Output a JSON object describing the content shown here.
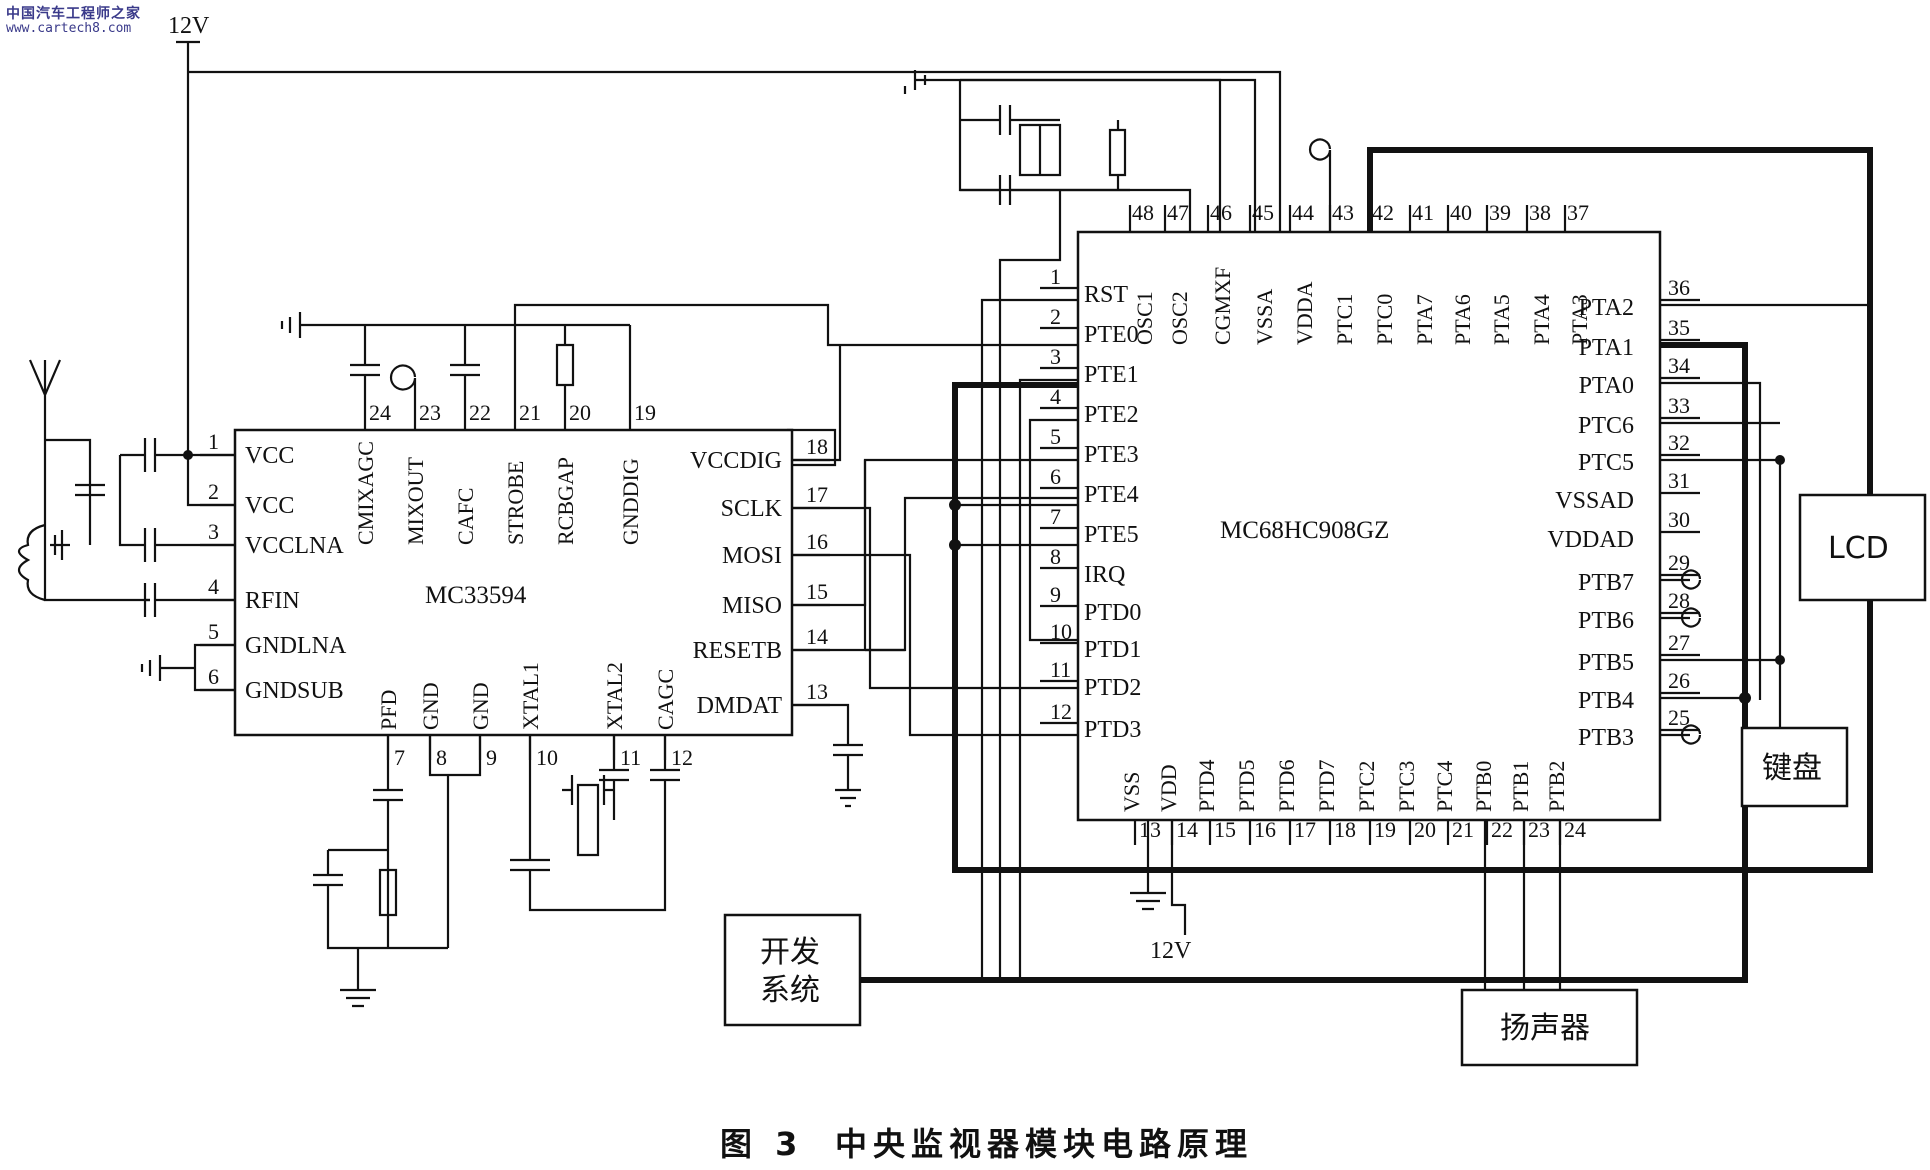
{
  "watermark": {
    "site_cn": "中国汽车工程师之家",
    "url": "www.cartech8.com"
  },
  "supply_top": "12V",
  "supply_bottom": "12V",
  "caption": {
    "figure": "图 3",
    "title": "中央监视器模块电路原理"
  },
  "mc33594": {
    "name": "MC33594",
    "left_pins": [
      {
        "num": "1",
        "label": "VCC"
      },
      {
        "num": "2",
        "label": "VCC"
      },
      {
        "num": "3",
        "label": "VCCLNA"
      },
      {
        "num": "4",
        "label": "RFIN"
      },
      {
        "num": "5",
        "label": "GNDLNA"
      },
      {
        "num": "6",
        "label": "GNDSUB"
      }
    ],
    "top_pins": [
      {
        "num": "24",
        "label": "CMIXAGC"
      },
      {
        "num": "23",
        "label": "MIXOUT"
      },
      {
        "num": "22",
        "label": "CAFC"
      },
      {
        "num": "21",
        "label": "STROBE"
      },
      {
        "num": "20",
        "label": "RCBGAP"
      },
      {
        "num": "19",
        "label": "GNDDIG"
      }
    ],
    "right_pins": [
      {
        "num": "18",
        "label": "VCCDIG"
      },
      {
        "num": "17",
        "label": "SCLK"
      },
      {
        "num": "16",
        "label": "MOSI"
      },
      {
        "num": "15",
        "label": "MISO"
      },
      {
        "num": "14",
        "label": "RESETB"
      },
      {
        "num": "13",
        "label": "DMDAT"
      }
    ],
    "bottom_pins": [
      {
        "num": "7",
        "label": "PFD"
      },
      {
        "num": "8",
        "label": "GND"
      },
      {
        "num": "9",
        "label": "GND"
      },
      {
        "num": "10",
        "label": "XTAL1"
      },
      {
        "num": "11",
        "label": "XTAL2"
      },
      {
        "num": "12",
        "label": "CAGC"
      }
    ]
  },
  "mcu": {
    "name": "MC68HC908GZ",
    "top_pins": [
      {
        "num": "48",
        "label": "OSC1"
      },
      {
        "num": "47",
        "label": "OSC2"
      },
      {
        "num": "46",
        "label": "CGMXF"
      },
      {
        "num": "45",
        "label": "VSSA"
      },
      {
        "num": "44",
        "label": "VDDA"
      },
      {
        "num": "43",
        "label": "PTC1"
      },
      {
        "num": "42",
        "label": "PTC0"
      },
      {
        "num": "41",
        "label": "PTA7"
      },
      {
        "num": "40",
        "label": "PTA6"
      },
      {
        "num": "39",
        "label": "PTA5"
      },
      {
        "num": "38",
        "label": "PTA4"
      },
      {
        "num": "37",
        "label": "PTA3"
      }
    ],
    "left_pins": [
      {
        "num": "1",
        "label": "RST"
      },
      {
        "num": "2",
        "label": "PTE0"
      },
      {
        "num": "3",
        "label": "PTE1"
      },
      {
        "num": "4",
        "label": "PTE2"
      },
      {
        "num": "5",
        "label": "PTE3"
      },
      {
        "num": "6",
        "label": "PTE4"
      },
      {
        "num": "7",
        "label": "PTE5"
      },
      {
        "num": "8",
        "label": "IRQ"
      },
      {
        "num": "9",
        "label": "PTD0"
      },
      {
        "num": "10",
        "label": "PTD1"
      },
      {
        "num": "11",
        "label": "PTD2"
      },
      {
        "num": "12",
        "label": "PTD3"
      }
    ],
    "right_pins": [
      {
        "num": "36",
        "label": "PTA2"
      },
      {
        "num": "35",
        "label": "PTA1"
      },
      {
        "num": "34",
        "label": "PTA0"
      },
      {
        "num": "33",
        "label": "PTC6"
      },
      {
        "num": "32",
        "label": "PTC5"
      },
      {
        "num": "31",
        "label": "VSSAD"
      },
      {
        "num": "30",
        "label": "VDDAD"
      },
      {
        "num": "29",
        "label": "PTB7"
      },
      {
        "num": "28",
        "label": "PTB6"
      },
      {
        "num": "27",
        "label": "PTB5"
      },
      {
        "num": "26",
        "label": "PTB4"
      },
      {
        "num": "25",
        "label": "PTB3"
      }
    ],
    "bottom_pins": [
      {
        "num": "13",
        "label": "VSS"
      },
      {
        "num": "14",
        "label": "VDD"
      },
      {
        "num": "15",
        "label": "PTD4"
      },
      {
        "num": "16",
        "label": "PTD5"
      },
      {
        "num": "17",
        "label": "PTD6"
      },
      {
        "num": "18",
        "label": "PTD7"
      },
      {
        "num": "19",
        "label": "PTC2"
      },
      {
        "num": "20",
        "label": "PTC3"
      },
      {
        "num": "21",
        "label": "PTC4"
      },
      {
        "num": "22",
        "label": "PTB0"
      },
      {
        "num": "23",
        "label": "PTB1"
      },
      {
        "num": "24",
        "label": "PTB2"
      }
    ]
  },
  "blocks": {
    "lcd": "LCD",
    "keyboard": "键盘",
    "dev_system_line1": "开发",
    "dev_system_line2": "系统",
    "speaker": "扬声器"
  }
}
